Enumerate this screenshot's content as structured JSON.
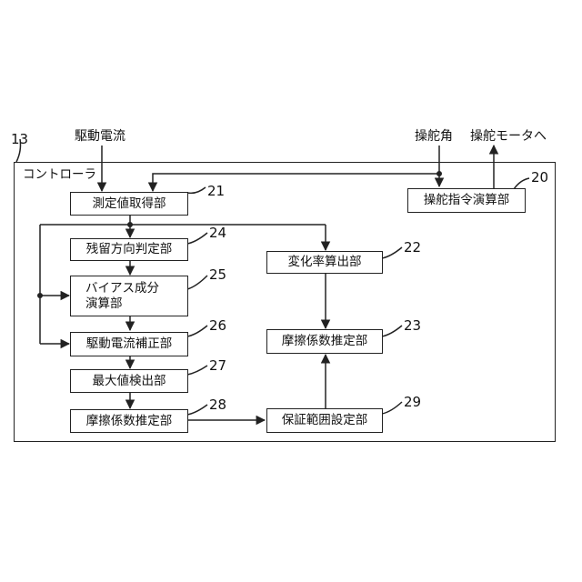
{
  "controller": {
    "ref": "13",
    "label": "コントローラ"
  },
  "inputs": {
    "drive_current": "駆動電流",
    "steering_angle": "操舵角",
    "to_motor": "操舵モータへ"
  },
  "blocks": {
    "b21": {
      "label": "測定値取得部",
      "ref": "21"
    },
    "b20": {
      "label": "操舵指令演算部",
      "ref": "20"
    },
    "b24": {
      "label": "残留方向判定部",
      "ref": "24"
    },
    "b25": {
      "line1": "バイアス成分",
      "line2": "演算部",
      "ref": "25"
    },
    "b26": {
      "label": "駆動電流補正部",
      "ref": "26"
    },
    "b27": {
      "label": "最大値検出部",
      "ref": "27"
    },
    "b28": {
      "label": "摩擦係数推定部",
      "ref": "28"
    },
    "b22": {
      "label": "変化率算出部",
      "ref": "22"
    },
    "b23": {
      "label": "摩擦係数推定部",
      "ref": "23"
    },
    "b29": {
      "label": "保証範囲設定部",
      "ref": "29"
    }
  }
}
